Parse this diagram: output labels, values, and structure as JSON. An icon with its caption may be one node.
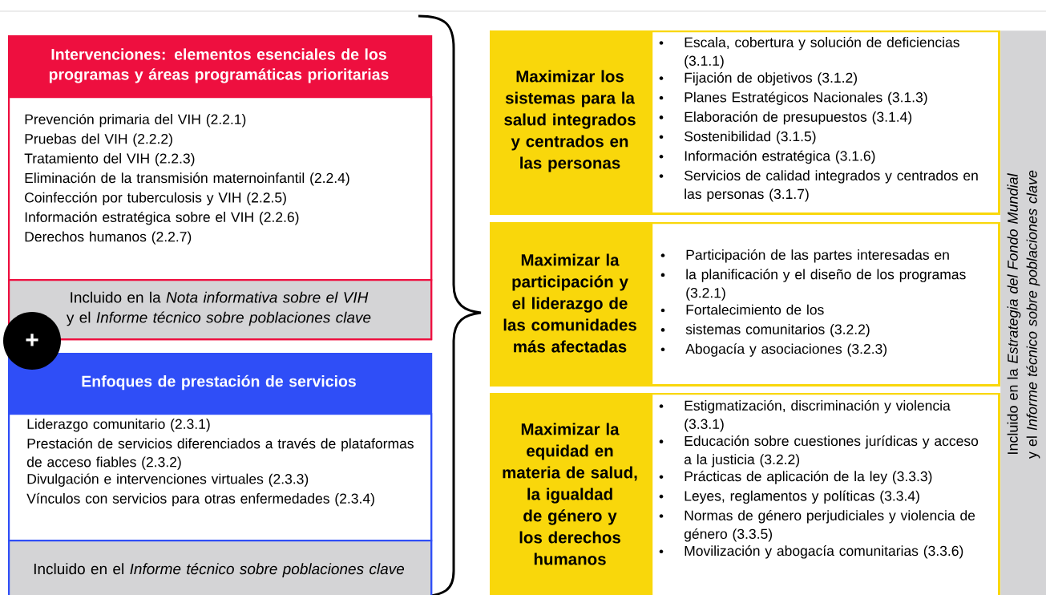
{
  "diagram": {
    "nodes": [
      {
        "text": [
          "Intervenciones: elementos esenciales de los programas y áreas programáticas prioritarias"
        ]
      },
      {
        "text": [
          "Prevención primaria del VIH (2.2.1)",
          "Pruebas del VIH (2.2.2)",
          "Tratamiento del VIH (2.2.3)",
          "Eliminación de la transmisión maternoinfantil (2.2.4)",
          "Coinfección por tuberculosis y VIH (2.2.5)",
          "Información estratégica sobre el VIH (2.2.6)",
          "Derechos humanos (2.2.7)"
        ],
        "in": 0
      },
      {
        "text": [
          "Incluido en la *Nota informativa sobre el VIH* y el *Informe técnico sobre poblaciones clave*"
        ],
        "in": 0
      },
      {
        "text": [
          "Enfoques de prestación de servicios"
        ]
      },
      {
        "text": [
          "Liderazgo comunitario (2.3.1)",
          "Prestación de servicios diferenciados a través de plataformas de acceso fiables (2.3.2)",
          "Divulgación e intervenciones virtuales (2.3.3)",
          "Vínculos con servicios para otras enfermedades (2.3.4)"
        ],
        "in": 3
      },
      {
        "text": [
          "Incluido en el *Informe técnico sobre poblaciones clave*"
        ],
        "in": 3
      },
      {
        "text": [
          "Maximizar los sistemas para la salud integrados y centrados en las personas"
        ]
      },
      {
        "text": [
          "Escala, cobertura y solución de deficiencias (3.1.1)",
          "Fijación de objetivos (3.1.2)",
          "Planes Estratégicos Nacionales (3.1.3)",
          "Elaboración de presupuestos (3.1.4)",
          "Sostenibilidad (3.1.5)",
          "Información estratégica (3.1.6)",
          "Servicios de calidad integrados y centrados en las personas (3.1.7)"
        ],
        "in": 6
      },
      {
        "text": [
          "Maximizar la participación y el liderazgo de las comunidades más afectadas"
        ]
      },
      {
        "text": [
          "Participación de las partes interesadas en",
          "la planificación y el diseño de los programas (3.2.1)",
          "Fortalecimiento de los",
          "sistemas comunitarios (3.2.2)",
          "Abogacía y asociaciones (3.2.3)"
        ],
        "in": 8
      },
      {
        "text": [
          "Maximizar la equidad en materia de salud, la igualdad de género y los derechos humanos"
        ]
      },
      {
        "text": [
          "Estigmatización, discriminación y violencia (3.3.1)",
          "Educación sobre cuestiones jurídicas y acceso a la justicia (3.2.2)",
          "Prácticas de aplicación de la ley (3.3.3)",
          "Leyes, reglamentos y políticas (3.3.4)",
          "Normas de género perjudiciales y violencia de género (3.3.5)",
          "Movilización y abogacía comunitarias (3.3.6)"
        ],
        "in": 10
      },
      {
        "text": [
          "Incluido en la *Estrategia del Fondo Mundial* y el *Informe técnico sobre poblaciones clave*"
        ]
      }
    ],
    "labels": [
      "+"
    ]
  }
}
